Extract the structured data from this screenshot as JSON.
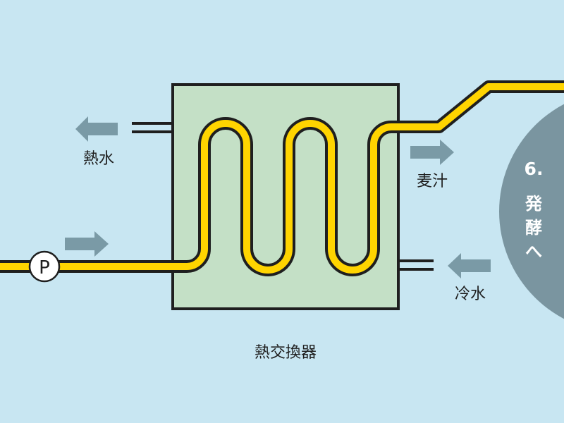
{
  "colors": {
    "background": "#c8e6f2",
    "exchanger_fill": "#c4e0c6",
    "outline": "#1f1f1f",
    "wort_pipe": "#ffd400",
    "arrow": "#7a9aa6",
    "next_step_circle": "#7a95a0",
    "next_step_text": "#ffffff",
    "pump_fill": "#ffffff"
  },
  "labels": {
    "hot_water": "熱水",
    "wort": "麦汁",
    "cold_water": "冷水",
    "heat_exchanger": "熱交換器",
    "pump": "P"
  },
  "next_step": {
    "number": "6.",
    "chars": [
      "発",
      "酵",
      "へ"
    ]
  },
  "icons": {
    "hot_water_arrow": "arrow-left-icon",
    "wort_arrow": "arrow-right-icon",
    "cold_water_arrow": "arrow-left-icon",
    "inlet_arrow": "arrow-right-icon"
  }
}
